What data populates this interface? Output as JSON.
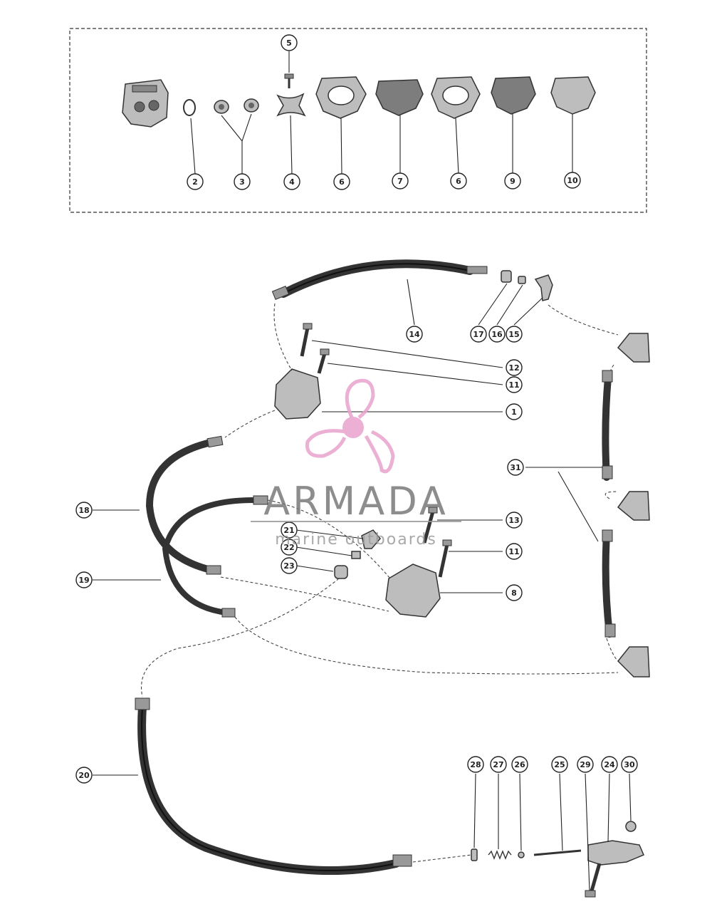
{
  "callouts": {
    "c1": "1",
    "c2": "2",
    "c3": "3",
    "c4": "4",
    "c5": "5",
    "c6a": "6",
    "c7": "7",
    "c6b": "6",
    "c9": "9",
    "c10": "10",
    "c11a": "11",
    "c11b": "11",
    "c12": "12",
    "c13": "13",
    "c14": "14",
    "c15": "15",
    "c16": "16",
    "c17": "17",
    "c18": "18",
    "c19": "19",
    "c20": "20",
    "c21": "21",
    "c22": "22",
    "c23": "23",
    "c24": "24",
    "c25": "25",
    "c26": "26",
    "c27": "27",
    "c28": "28",
    "c29": "29",
    "c30": "30",
    "c31": "31",
    "c8": "8"
  },
  "watermark": {
    "name": "ARMADA",
    "tagline": "marine outboards",
    "color": "#e8a3cc"
  }
}
